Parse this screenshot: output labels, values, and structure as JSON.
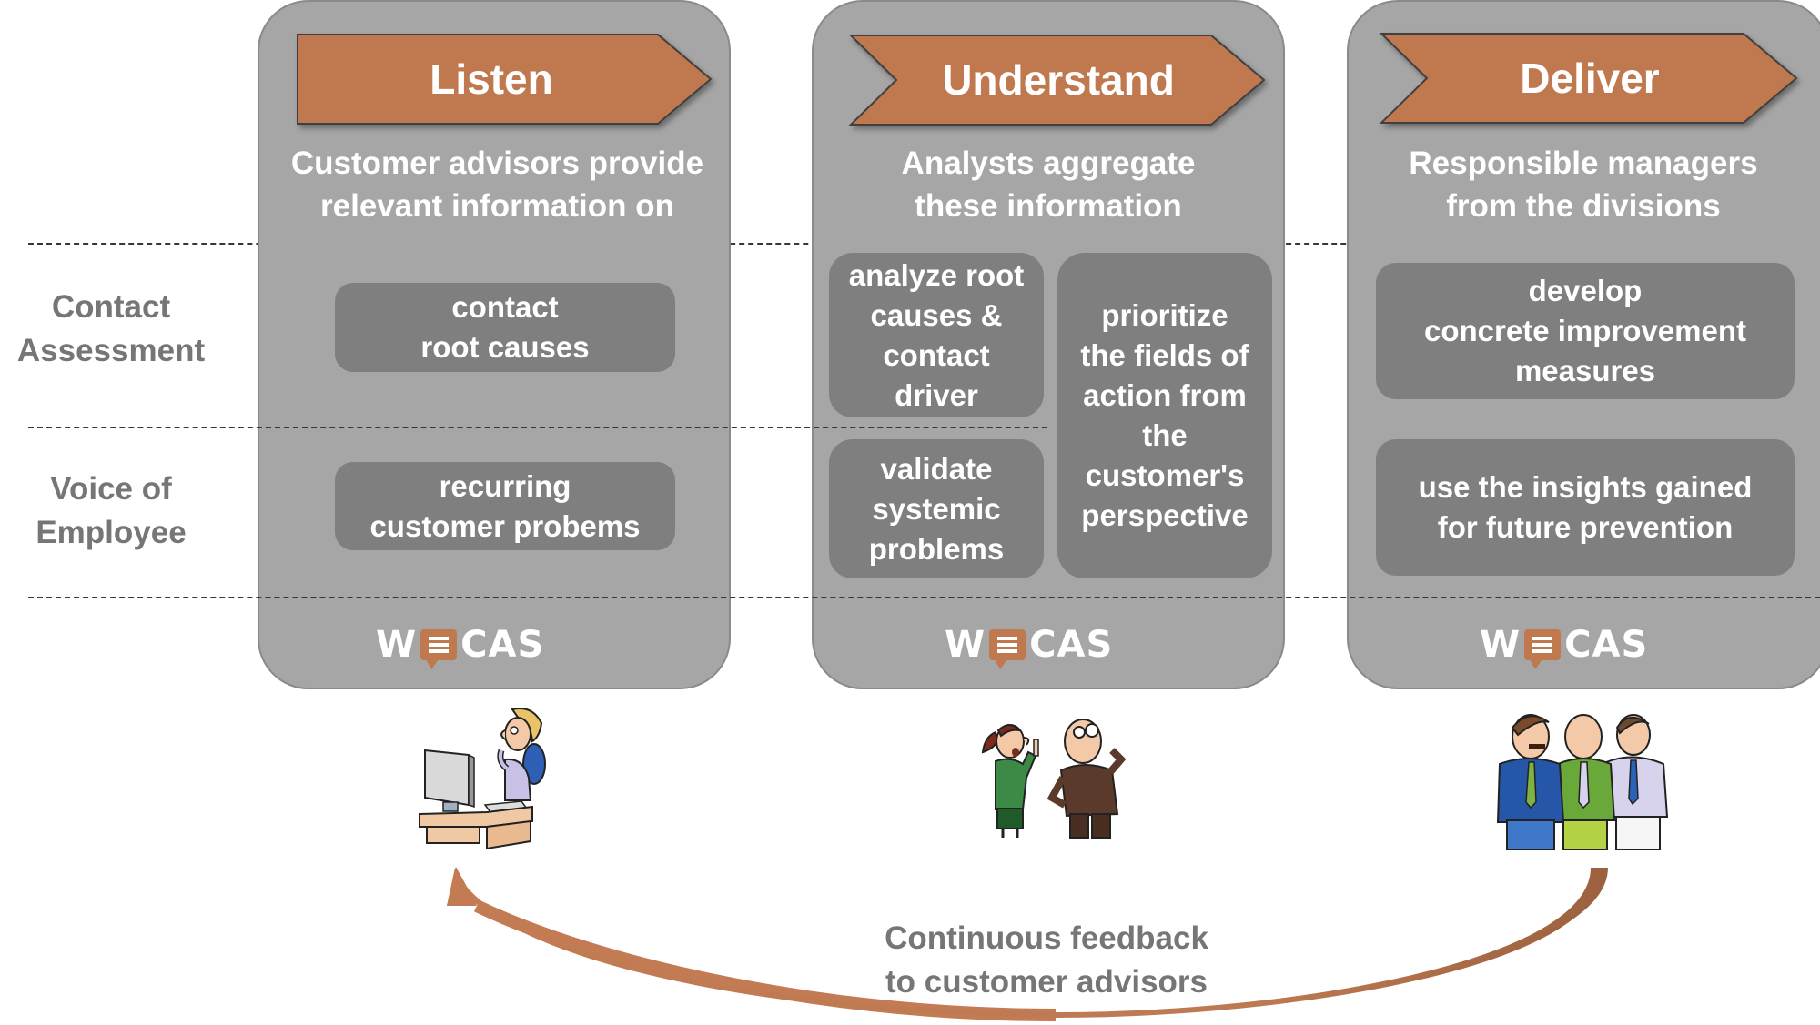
{
  "colors": {
    "accent": "#c0784f",
    "panel": "#a6a6a6",
    "box": "#7f7f7f",
    "label_text": "#767676"
  },
  "row_labels": [
    {
      "text": "Contact\nAssessment"
    },
    {
      "text": "Voice of\nEmployee"
    }
  ],
  "phases": [
    {
      "title": "Listen",
      "subtitle": "Customer advisors provide\nrelevant information on",
      "boxes": [
        "contact\nroot causes",
        "recurring\ncustomer probems"
      ],
      "logo": {
        "left": "W",
        "right": "CAS",
        "icon": "speech-bubble-icon"
      },
      "illustration": "call-center-agent-at-desk"
    },
    {
      "title": "Understand",
      "subtitle": "Analysts aggregate\nthese information",
      "boxes": [
        "analyze root\ncauses &\ncontact\ndriver",
        "validate\nsystemic\nproblems",
        "prioritize\nthe fields of\naction from\nthe\ncustomer's\nperspective"
      ],
      "logo": {
        "left": "W",
        "right": "CAS",
        "icon": "speech-bubble-icon"
      },
      "illustration": "two-analysts-discussing"
    },
    {
      "title": "Deliver",
      "subtitle": "Responsible managers\nfrom the divisions",
      "boxes": [
        "develop\nconcrete improvement\nmeasures",
        "use the insights gained\nfor future prevention"
      ],
      "logo": {
        "left": "W",
        "right": "CAS",
        "icon": "speech-bubble-icon"
      },
      "illustration": "three-managers"
    }
  ],
  "feedback": {
    "text": "Continuous feedback\nto customer advisors",
    "arrow_icon": "curved-return-arrow"
  }
}
